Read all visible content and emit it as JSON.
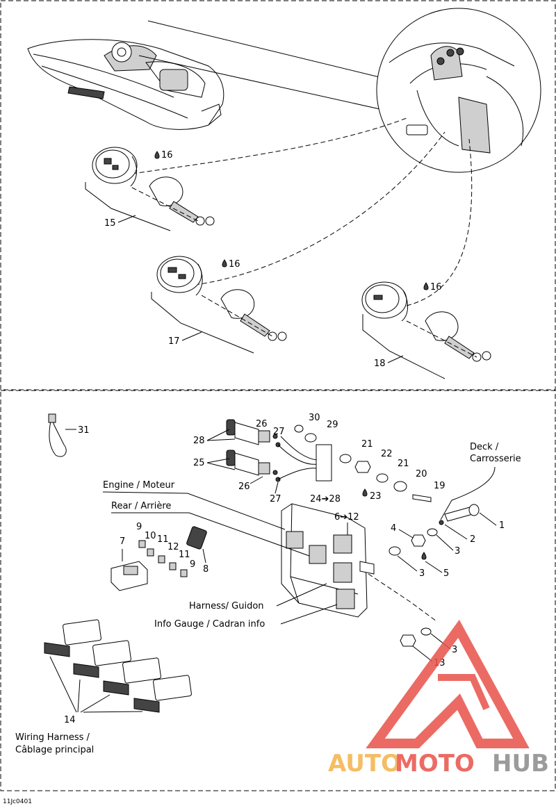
{
  "diagram_code": "11Jc0401",
  "callouts": {
    "c1": "1",
    "c2": "2",
    "c3a": "3",
    "c3b": "3",
    "c3c": "3",
    "c4": "4",
    "c5": "5",
    "c6_12": "6➔12",
    "c7": "7",
    "c8": "8",
    "c9a": "9",
    "c9b": "9",
    "c10": "10",
    "c11a": "11",
    "c11b": "11",
    "c12": "12",
    "c13": "13",
    "c14": "14",
    "c15": "15",
    "c16a": "16",
    "c16b": "16",
    "c16c": "16",
    "c17": "17",
    "c18": "18",
    "c19": "19",
    "c20": "20",
    "c21a": "21",
    "c21b": "21",
    "c22": "22",
    "c23": "23",
    "c24_28": "24➔28",
    "c25": "25",
    "c26a": "26",
    "c26b": "26",
    "c27a": "27",
    "c27b": "27",
    "c28": "28",
    "c29": "29",
    "c30": "30",
    "c31": "31"
  },
  "labels": {
    "deck_1": "Deck /",
    "deck_2": "Carrosserie",
    "engine": "Engine / Moteur",
    "rear": "Rear / Arrière",
    "harness": "Harness/ Guidon",
    "info_gauge": "Info Gauge / Cadran info",
    "wiring_1": "Wiring Harness /",
    "wiring_2": "Câblage principal"
  },
  "watermark": {
    "part1": "AUTO",
    "part2": "MOTO",
    "part3": "HUB",
    "color_red": "#e8524a",
    "color_orange": "#f4b24a",
    "color_gray": "#8a8a8a"
  }
}
